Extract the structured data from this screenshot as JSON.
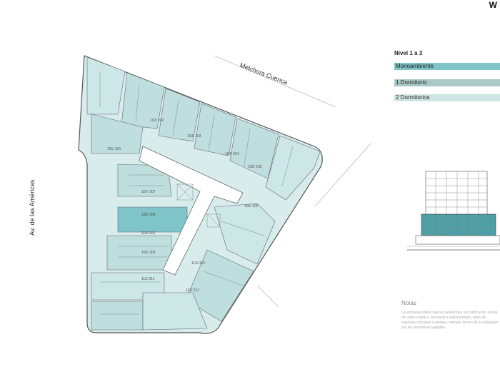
{
  "logo": "W",
  "streets": {
    "top": "Melchora Cuenca",
    "left": "Av. de las Américas"
  },
  "legend": {
    "title": "Nivel 1 a 3",
    "items": [
      {
        "label": "Monoambiente",
        "color": "#7fc4c8"
      },
      {
        "label": "1 Dormitorio",
        "color": "#a8c9c5"
      },
      {
        "label": "2 Dormitorios",
        "color": "#cfe6e5"
      }
    ]
  },
  "notes": {
    "title": "Notas",
    "text": "La empresa podrá realizar variaciones sin notificación previa de orden estético, funcional o reglamentario, tanto de espacios comunes o propios, siempre dentro de lo estipulado por las normativas vigentes."
  },
  "units": [
    {
      "label": "102/ 202"
    },
    {
      "label": "103/ 203"
    },
    {
      "label": "104/ 204"
    },
    {
      "label": "101/ 201"
    },
    {
      "label": "105/ 205"
    },
    {
      "label": "106/ 206"
    },
    {
      "label": "107/ 307"
    },
    {
      "label": "108/ 308"
    },
    {
      "label": "109/ 309"
    },
    {
      "label": "110/ 310"
    },
    {
      "label": "111/ 311"
    },
    {
      "label": "112/ 312"
    },
    {
      "label": "113/ 313"
    }
  ]
}
